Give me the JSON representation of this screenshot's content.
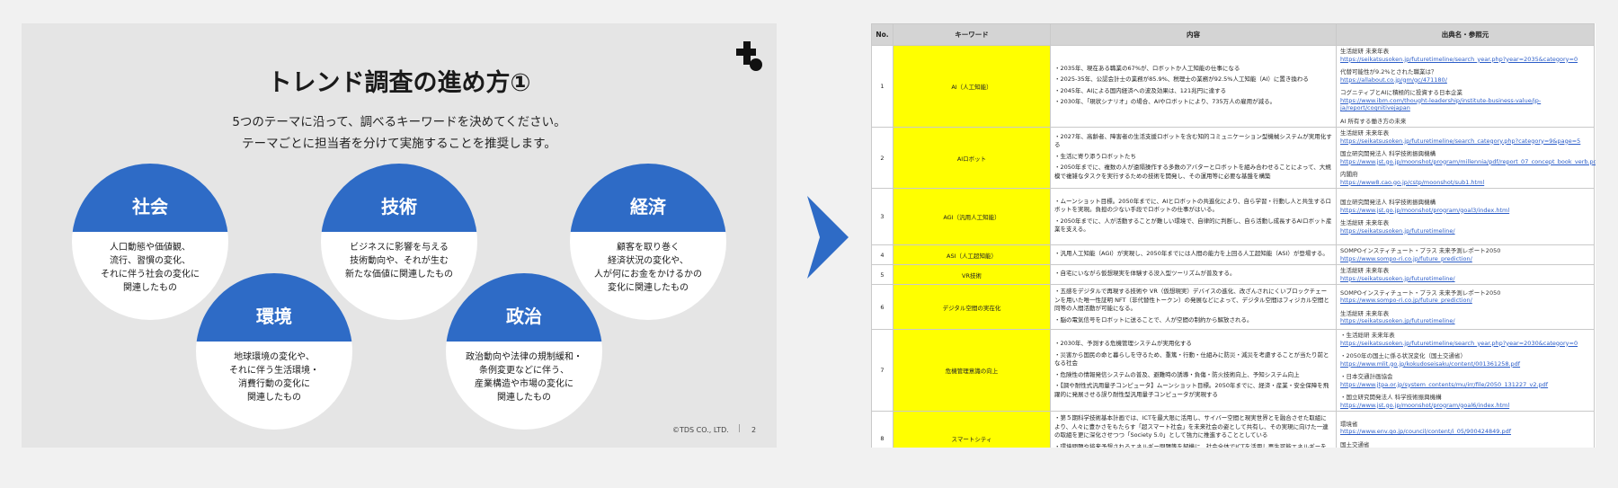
{
  "slide": {
    "title": "トレンド調査の進め方①",
    "subtitle_line1": "5つのテーマに沿って、調べるキーワードを決めてください。",
    "subtitle_line2": "テーマごとに担当者を分けて実施することを推奨します。",
    "themes": [
      {
        "name": "社会",
        "desc": "人口動態や価値観、\n流行、習慣の変化、\nそれに伴う社会の変化に\n関連したもの"
      },
      {
        "name": "技術",
        "desc": "ビジネスに影響を与える\n技術動向や、それが生む\n新たな価値に関連したもの"
      },
      {
        "name": "経済",
        "desc": "顧客を取り巻く\n経済状況の変化や、\n人が何にお金をかけるかの\n変化に関連したもの"
      },
      {
        "name": "環境",
        "desc": "地球環境の変化や、\nそれに伴う生活環境・\n消費行動の変化に\n関連したもの"
      },
      {
        "name": "政治",
        "desc": "政治動向や法律の規制緩和・\n条例変更などに伴う、\n産業構造や市場の変化に\n関連したもの"
      }
    ],
    "copyright": "©TDS CO., LTD.",
    "separator": "|",
    "page_number": "2",
    "accent_color": "#2e6bc6"
  },
  "sheet": {
    "headers": {
      "no": "No.",
      "keyword": "キーワード",
      "content": "内容",
      "source": "出典名・参照元"
    },
    "rows": [
      {
        "no": "1",
        "keyword": "AI（人工知能）",
        "content": [
          "・2035年、現在ある職業の67%が、ロボットか人工知能の仕事になる",
          "・2025-35年、公認会計士の業務が85.9%、税理士の業務が92.5%人工知能（AI）に置き換わる",
          "・2045年、AIによる国内経済への波及効果は、121兆円に達する",
          "・2030年、「現状シナリオ」の場合、AIやロボットにより、735万人の雇用が減る。"
        ],
        "sources": [
          {
            "name": "生活総研 未来年表",
            "url": "https://seikatsusoken.jp/futuretimeline/search_year.php?year=2035&category=0"
          },
          {
            "name": "代替可能性が9.2%とされた職業は？",
            "url": "https://allabout.co.jp/gm/gc/471180/"
          },
          {
            "name": "コグニティブとAIに積極的に投資する日本企業",
            "url": "https://www.ibm.com/thought-leadership/institute-business-value/jp-ja/report/cognitivejapan"
          },
          {
            "name": "AI 所有する働き方の未来",
            "url": ""
          }
        ]
      },
      {
        "no": "2",
        "keyword": "AIロボット",
        "content": [
          "・2027年、高齢者、障害者の生活支援ロボットを含む知的コミュニケーション型機械システムが実用化する",
          "・生活に寄り添うロボットたち",
          "・2050年までに、複数の人が遠隔操作する多数のアバターとロボットを組み合わせることによって、大規模で複雑なタスクを実行するための技術を開発し、その運用等に必要な基盤を構築"
        ],
        "sources": [
          {
            "name": "生活総研 未来年表",
            "url": "https://seikatsusoken.jp/futuretimeline/search_category.php?category=9&page=5"
          },
          {
            "name": "国立研究開発法人 科学技術振興機構",
            "url": "https://www.jst.go.jp/moonshot/program/millennia/pdf/report_07_concept_book_verb.pdf"
          },
          {
            "name": "内閣府",
            "url": "https://www8.cao.go.jp/cstp/moonshot/sub1.html"
          }
        ]
      },
      {
        "no": "3",
        "keyword": "AGI（汎用人工知能）",
        "content": [
          "・ムーンショット目標。2050年までに、AIとロボットの共進化により、自ら学習・行動し人と共生するロボットを実現。負担の少ない手段でロボットの仕事がはいる。",
          "・2050年までに、人が活動することが難しい環境で、自律的に判断し、自ら活動し成長するAIロボット産業を支える。"
        ],
        "sources": [
          {
            "name": "国立研究開発法人 科学技術振興機構",
            "url": "https://www.jst.go.jp/moonshot/program/goal3/index.html"
          },
          {
            "name": "生活総研 未来年表",
            "url": "https://seikatsusoken.jp/futuretimeline/"
          }
        ]
      },
      {
        "no": "4",
        "keyword": "ASI（人工超知能）",
        "content": [
          "・汎用人工知能（AGI）が実現し、2050年までには人間の能力を上回る人工超知能（ASI）が登場する。"
        ],
        "sources": [
          {
            "name": "SOMPOインスティチュート・プラス 未来予測レポート2050",
            "url": "https://www.sompo-ri.co.jp/future_prediction/"
          }
        ]
      },
      {
        "no": "5",
        "keyword": "VR技術",
        "content": [
          "・自宅にいながら仮想現実を体験する没入型ツーリズムが普及する。"
        ],
        "sources": [
          {
            "name": "生活総研 未来年表",
            "url": "https://seikatsusoken.jp/futuretimeline/"
          }
        ]
      },
      {
        "no": "6",
        "keyword": "デジタル空間の実在化",
        "content": [
          "・五感をデジタルで再現する技術や VR（仮想現実）デバイスの進化、改ざんされにくいブロックチェーンを用いた唯一性証明 NFT（非代替性トークン）の発展などによって、デジタル空間はフィジカル空間と同等の人間活動が可能になる。",
          "・脳の電気信号をロボットに送ることで、人が空間の制約から解放される。"
        ],
        "sources": [
          {
            "name": "SOMPOインスティチュート・プラス 未来予測レポート2050",
            "url": "https://www.sompo-ri.co.jp/future_prediction/"
          },
          {
            "name": "生活総研 未来年表",
            "url": "https://seikatsusoken.jp/futuretimeline/"
          }
        ]
      },
      {
        "no": "7",
        "keyword": "危機管理意識の向上",
        "content": [
          "・2030年、予測する危機管理システムが実用化する",
          "・災害から国民の命と暮らしを守るため、重篤・行動・仕組みに防災・減災を考慮することが当たり前となる社会",
          "・危険性の情報発信システムの普及、避難時の誘導・負傷・防火技術向上、予知システム向上",
          "・【調や耐性式汎用量子コンピュータ】ムーンショット目標。2050年までに、経済・産業・安全保障を飛躍的に発展させる誤り耐性型汎用量子コンピュータが実現する"
        ],
        "sources": [
          {
            "name": "・生活総研 未来年表",
            "url": "https://seikatsusoken.jp/futuretimeline/search_year.php?year=2030&category=0"
          },
          {
            "name": "・2050年の国土に係る状況変化（国土交通省）",
            "url": "https://www.mlit.go.jp/kokudoseisaku/content/001361258.pdf"
          },
          {
            "name": "・日本交通計画協会",
            "url": "https://www.jtpa.or.jp/system_contents/mu/irr/file/2050_131227_v2.pdf"
          },
          {
            "name": "・国立研究開発法人 科学技術振興機構",
            "url": "https://www.jst.go.jp/moonshot/program/goal6/index.html"
          }
        ]
      },
      {
        "no": "8",
        "keyword": "スマートシティ",
        "content": [
          "・第５期科学技術基本計画では、ICTを最大限に活用し、サイバー空間と現実世界とを融合させた取組により、人々に豊かさをもたらす「超スマート社会」を未来社会の姿として共有し、その実現に向けた一連の取組を更に深化させつつ「Society 5.0」として強力に推進することとしている",
          "・環境問題や将来予想されるエネルギー問題等を契機に、社会全体でICTを活用し再生可能エネルギーを最大限に活用する「スマートシティ」が形成される"
        ],
        "sources": [
          {
            "name": "環境省",
            "url": "https://www.env.go.jp/council/content/i_05/900424849.pdf"
          },
          {
            "name": "国土交通省",
            "url": "https://www.mlit.go.jp/hakusyo/mlit/h29/hakusho/h29/html/n1321000.html"
          }
        ]
      }
    ]
  }
}
